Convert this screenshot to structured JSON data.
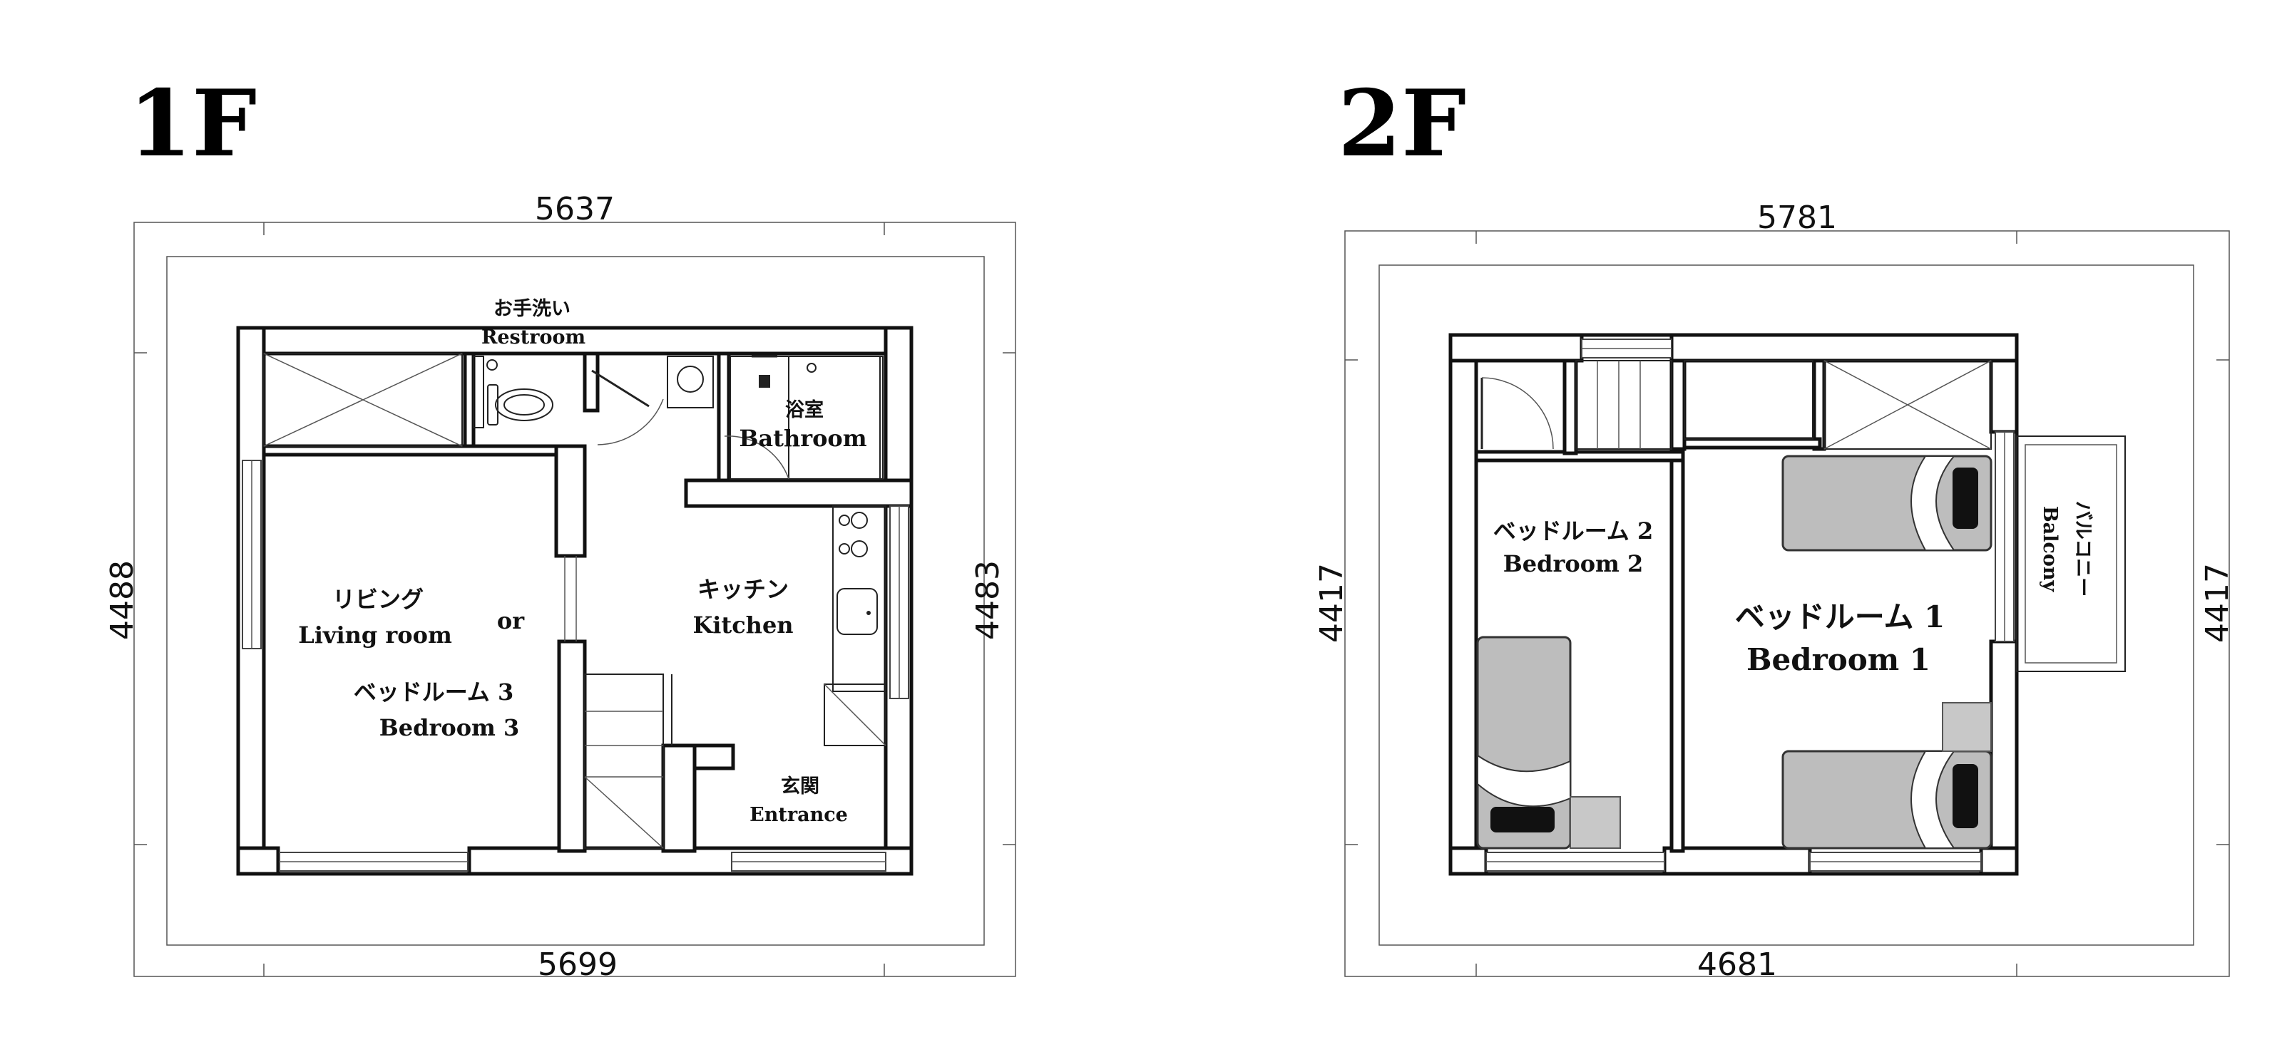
{
  "floors": [
    {
      "title": "1F",
      "dims": {
        "top": "5637",
        "bottom": "5699",
        "left": "4488",
        "right": "4483"
      },
      "rooms": {
        "restroom": {
          "jp": "お手洗い",
          "en": "Restroom"
        },
        "bathroom": {
          "jp": "浴室",
          "en": "Bathroom"
        },
        "living": {
          "jp": "リビング",
          "en": "Living room"
        },
        "or_text": "or",
        "bedroom3": {
          "jp": "ベッドルーム 3",
          "en": "Bedroom 3"
        },
        "kitchen": {
          "jp": "キッチン",
          "en": "Kitchen"
        },
        "entrance": {
          "jp": "玄関",
          "en": "Entrance"
        }
      }
    },
    {
      "title": "2F",
      "dims": {
        "top": "5781",
        "bottom": "4681",
        "left": "4417",
        "right": "4417"
      },
      "rooms": {
        "bedroom2": {
          "jp": "ベッドルーム 2",
          "en": "Bedroom 2"
        },
        "bedroom1": {
          "jp": "ベッドルーム 1",
          "en": "Bedroom 1"
        },
        "balcony": {
          "jp": "バルコニー",
          "en": "Balcony"
        }
      }
    }
  ]
}
